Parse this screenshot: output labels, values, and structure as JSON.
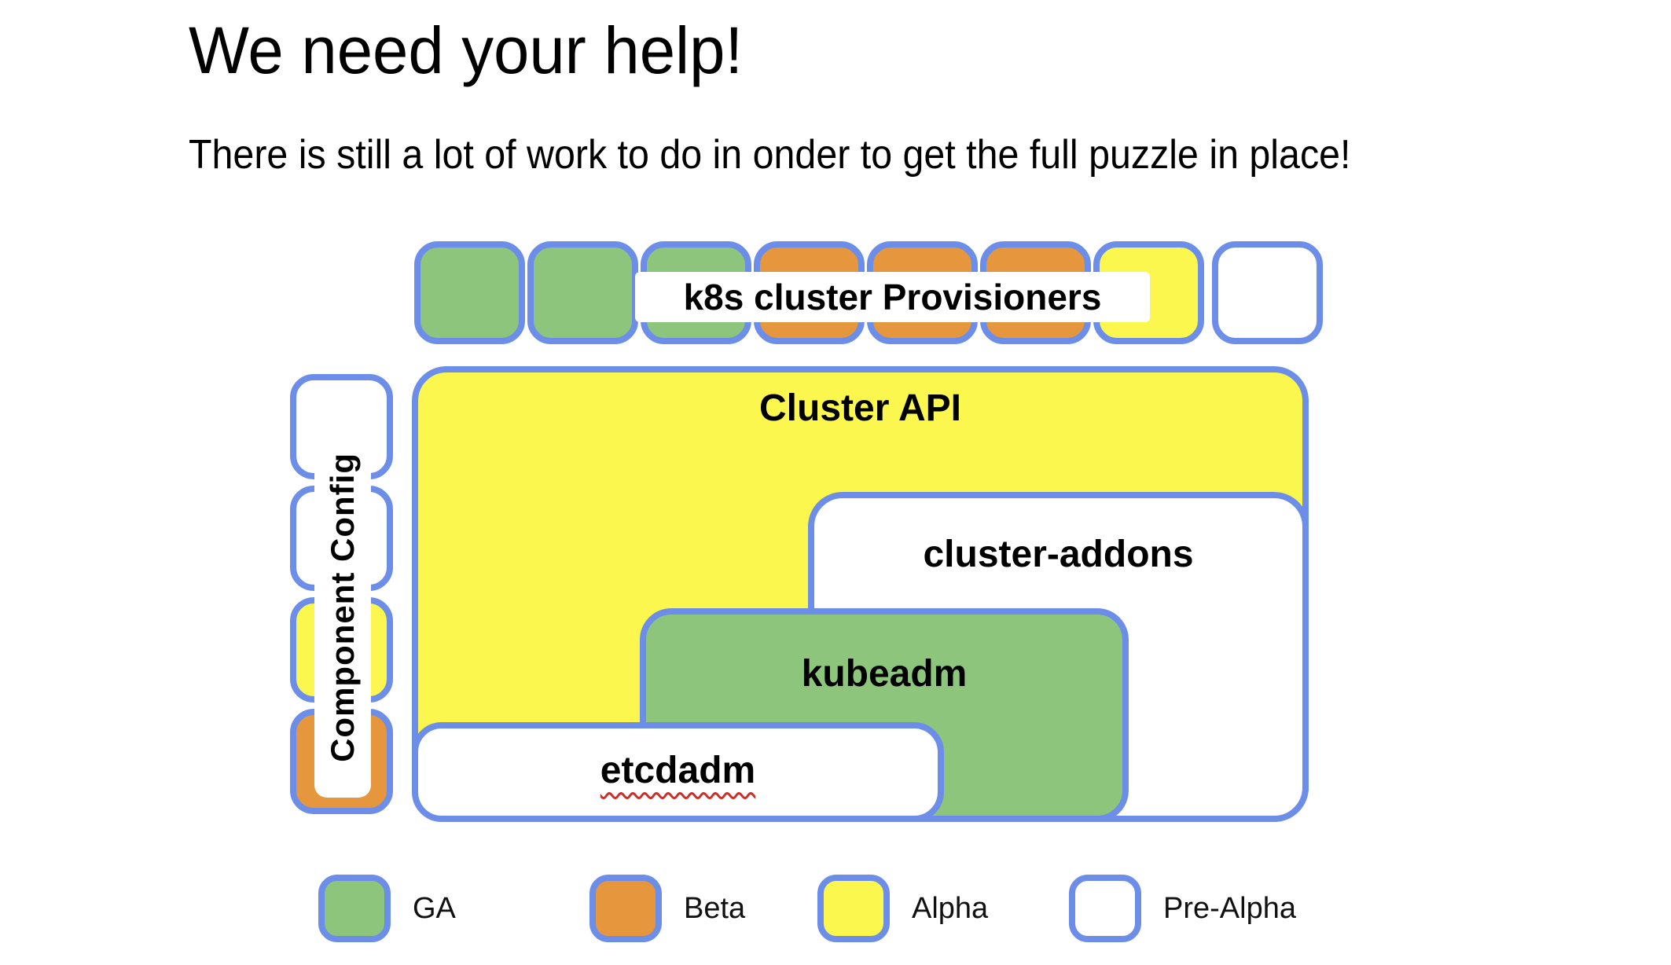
{
  "slide": {
    "title": "We need your help!",
    "subtitle": "There is still a lot of work to do in onder to get the full puzzle in place!"
  },
  "colors": {
    "border_blue": "#6C8EE8",
    "text_black": "#000000",
    "squiggle_red": "#CC2F27",
    "status": {
      "ga": "#8DC57C",
      "beta": "#E6963C",
      "alpha": "#FCF74E",
      "pre_alpha": "#FFFFFF"
    }
  },
  "puzzle": {
    "provisioners": {
      "label": "k8s cluster Provisioners",
      "tiles": [
        "ga",
        "ga",
        "ga",
        "beta",
        "beta",
        "beta",
        "alpha",
        "pre_alpha"
      ]
    },
    "component_config": {
      "label": "Component Config",
      "tiles": [
        "pre_alpha",
        "pre_alpha",
        "alpha",
        "beta"
      ]
    },
    "boxes": {
      "cluster_api": {
        "label": "Cluster API",
        "status": "alpha"
      },
      "cluster_addons": {
        "label": "cluster-addons",
        "status": "pre_alpha"
      },
      "kubeadm": {
        "label": "kubeadm",
        "status": "ga"
      },
      "etcdadm": {
        "label": "etcdadm",
        "status": "pre_alpha",
        "spellcheck_underline": true
      }
    }
  },
  "legend": {
    "items": [
      {
        "label": "GA",
        "status": "ga"
      },
      {
        "label": "Beta",
        "status": "beta"
      },
      {
        "label": "Alpha",
        "status": "alpha"
      },
      {
        "label": "Pre-Alpha",
        "status": "pre_alpha"
      }
    ]
  }
}
